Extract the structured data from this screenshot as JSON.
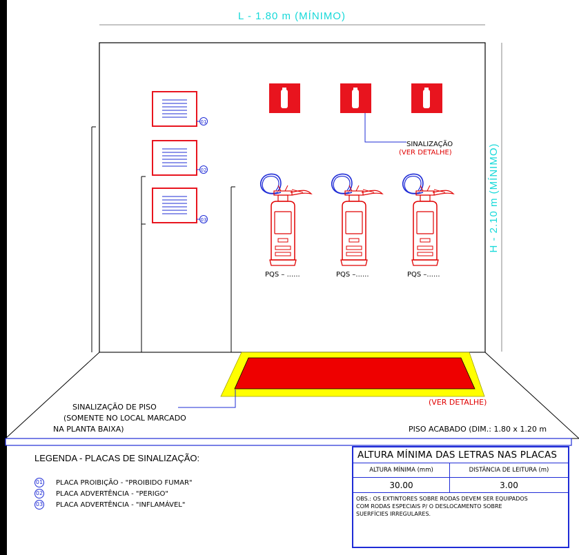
{
  "dimensions": {
    "width_label": "L - 1.80 m (MÍNIMO)",
    "height_label": "H - 2.10 m (MÍNIMO)"
  },
  "placards": [
    {
      "number": "01"
    },
    {
      "number": "02"
    },
    {
      "number": "03"
    }
  ],
  "signage_callout": {
    "label": "SINALIZAÇÃO",
    "detail": "(VER DETALHE)"
  },
  "extinguishers": [
    {
      "label": "PQS – ......"
    },
    {
      "label": "PQS –......"
    },
    {
      "label": "PQS –......"
    }
  ],
  "floor": {
    "signage_label_1": "SINALIZAÇÃO DE PISO",
    "signage_label_2": "(SOMENTE NO LOCAL MARCADO",
    "signage_label_3": "NA PLANTA BAIXA)",
    "detail": "(VER DETALHE)",
    "finish": "PISO ACABADO (DIM.: 1.80 x 1.20 m"
  },
  "legend": {
    "title": "LEGENDA - PLACAS DE SINALIZAÇÃO:",
    "items": [
      {
        "number": "01",
        "text": "PLACA PROIBIÇÃO - \"PROIBIDO FUMAR\""
      },
      {
        "number": "02",
        "text": "PLACA ADVERTÊNCIA - \"PERIGO\""
      },
      {
        "number": "03",
        "text": "PLACA ADVERTÊNCIA - \"INFLAMÁVEL\""
      }
    ]
  },
  "letter_table": {
    "title": "ALTURA MÍNIMA DAS LETRAS NAS PLACAS",
    "col_height": "ALTURA MÍNIMA (mm)",
    "col_distance": "DISTÂNCIA DE LEITURA (m)",
    "height_value": "30.00",
    "distance_value": "3.00",
    "obs_1": "OBS.: OS EXTINTORES SOBRE RODAS DEVEM SER EQUIPADOS",
    "obs_2": "COM RODAS  ESPECIAIS P/ O DESLOCAMENTO SOBRE",
    "obs_3": "SUERFÍCIES IRREGULARES."
  },
  "colors": {
    "red": "#e00000",
    "blue": "#1e2bd6",
    "cyan": "#17d9d9",
    "yellow": "#ffff00",
    "sign_red": "#e8141e"
  }
}
